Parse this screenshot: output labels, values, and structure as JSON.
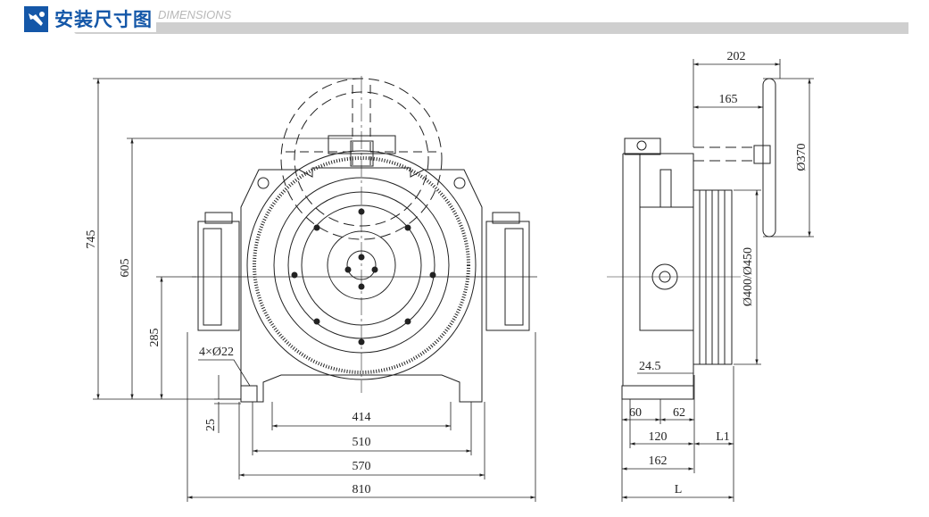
{
  "header": {
    "title": "安装尺寸图",
    "subtitle": "DIMENSIONS",
    "icon": "wrench-tools-icon",
    "accent": "#1457a8"
  },
  "front_view": {
    "dims": {
      "h745": "745",
      "h605": "605",
      "h285": "285",
      "h25": "25",
      "w414": "414",
      "w510": "510",
      "w570": "570",
      "w810": "810",
      "holes": "4×Ø22"
    }
  },
  "side_view": {
    "dims": {
      "d202": "202",
      "d165": "165",
      "d370": "Ø370",
      "d400": "Ø400/Ø450",
      "d245": "24.5",
      "d60": "60",
      "d62": "62",
      "d120": "120",
      "dL1": "L1",
      "d162": "162",
      "dL": "L"
    }
  }
}
